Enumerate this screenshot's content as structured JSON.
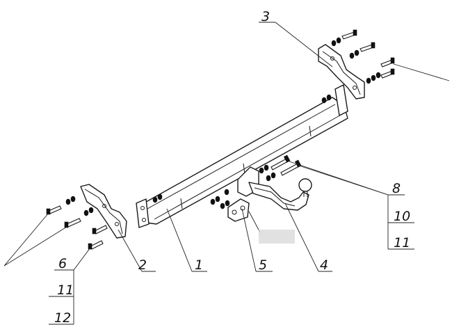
{
  "diagram": {
    "labels": {
      "part_1": "1",
      "part_2": "2",
      "part_3": "3",
      "part_4": "4",
      "part_5": "5",
      "part_6": "6",
      "part_8": "8",
      "part_10": "10",
      "part_11_right": "11",
      "part_11_left": "11",
      "part_12": "12"
    }
  }
}
